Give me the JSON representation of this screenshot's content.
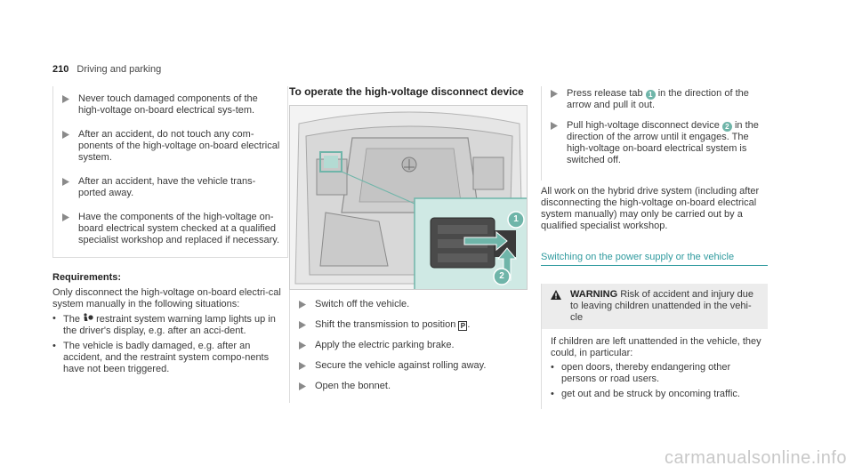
{
  "header": {
    "page_number": "210",
    "section": "Driving and parking"
  },
  "col1": {
    "bullets": [
      "Never touch damaged components of the high-voltage on-board electrical sys-tem.",
      "After an accident, do not touch any com-ponents of the high-voltage on-board electrical system.",
      "After an accident, have the vehicle trans-ported away.",
      "Have the components of the high-voltage on-board electrical system checked at a qualified specialist workshop and replaced if necessary."
    ],
    "requirements_title": "Requirements:",
    "requirements_intro": "Only disconnect the high-voltage on-board electri-cal system manually in the following situations:",
    "situations": [
      {
        "before": "The",
        "after": "restraint system warning lamp lights up in the driver's display, e.g. after an acci-dent."
      },
      {
        "before": "",
        "after": "The vehicle is badly damaged, e.g. after an accident, and the restraint system compo-nents have not been triggered."
      }
    ]
  },
  "col2": {
    "title": "To operate the high-voltage disconnect device",
    "figure_callouts": [
      "1",
      "2"
    ],
    "steps": [
      {
        "text": "Switch off the vehicle."
      },
      {
        "before": "Shift the transmission to position",
        "symbol": "P",
        "after": "."
      },
      {
        "text": "Apply the electric parking brake."
      },
      {
        "text": "Secure the vehicle against rolling away."
      },
      {
        "text": "Open the bonnet."
      }
    ]
  },
  "col3": {
    "steps": [
      {
        "before": "Press release tab",
        "badge": "1",
        "after": "in the direction of the arrow and pull it out."
      },
      {
        "before": "Pull high-voltage disconnect device",
        "badge": "2",
        "after": "in the direction of the arrow until it engages. The high-voltage on-board electrical system is switched off."
      }
    ],
    "note": "All work on the hybrid drive system (including after disconnecting the high-voltage on-board electrical system manually) may only be carried out by a qualified specialist workshop.",
    "section_title": "Switching on the power supply or the vehicle",
    "warning": {
      "label": "WARNING",
      "headline": "Risk of accident and injury due to leaving children unattended in the vehi-cle",
      "intro": "If children are left unattended in the vehicle, they could, in particular:",
      "items": [
        "open doors, thereby endangering other persons or road users.",
        "get out and be struck by oncoming traffic."
      ]
    }
  },
  "watermark": "carmanualsonline.info",
  "colors": {
    "accent": "#2f9a9e",
    "badge": "#6fb5a9",
    "warning_bg": "#ececec"
  }
}
